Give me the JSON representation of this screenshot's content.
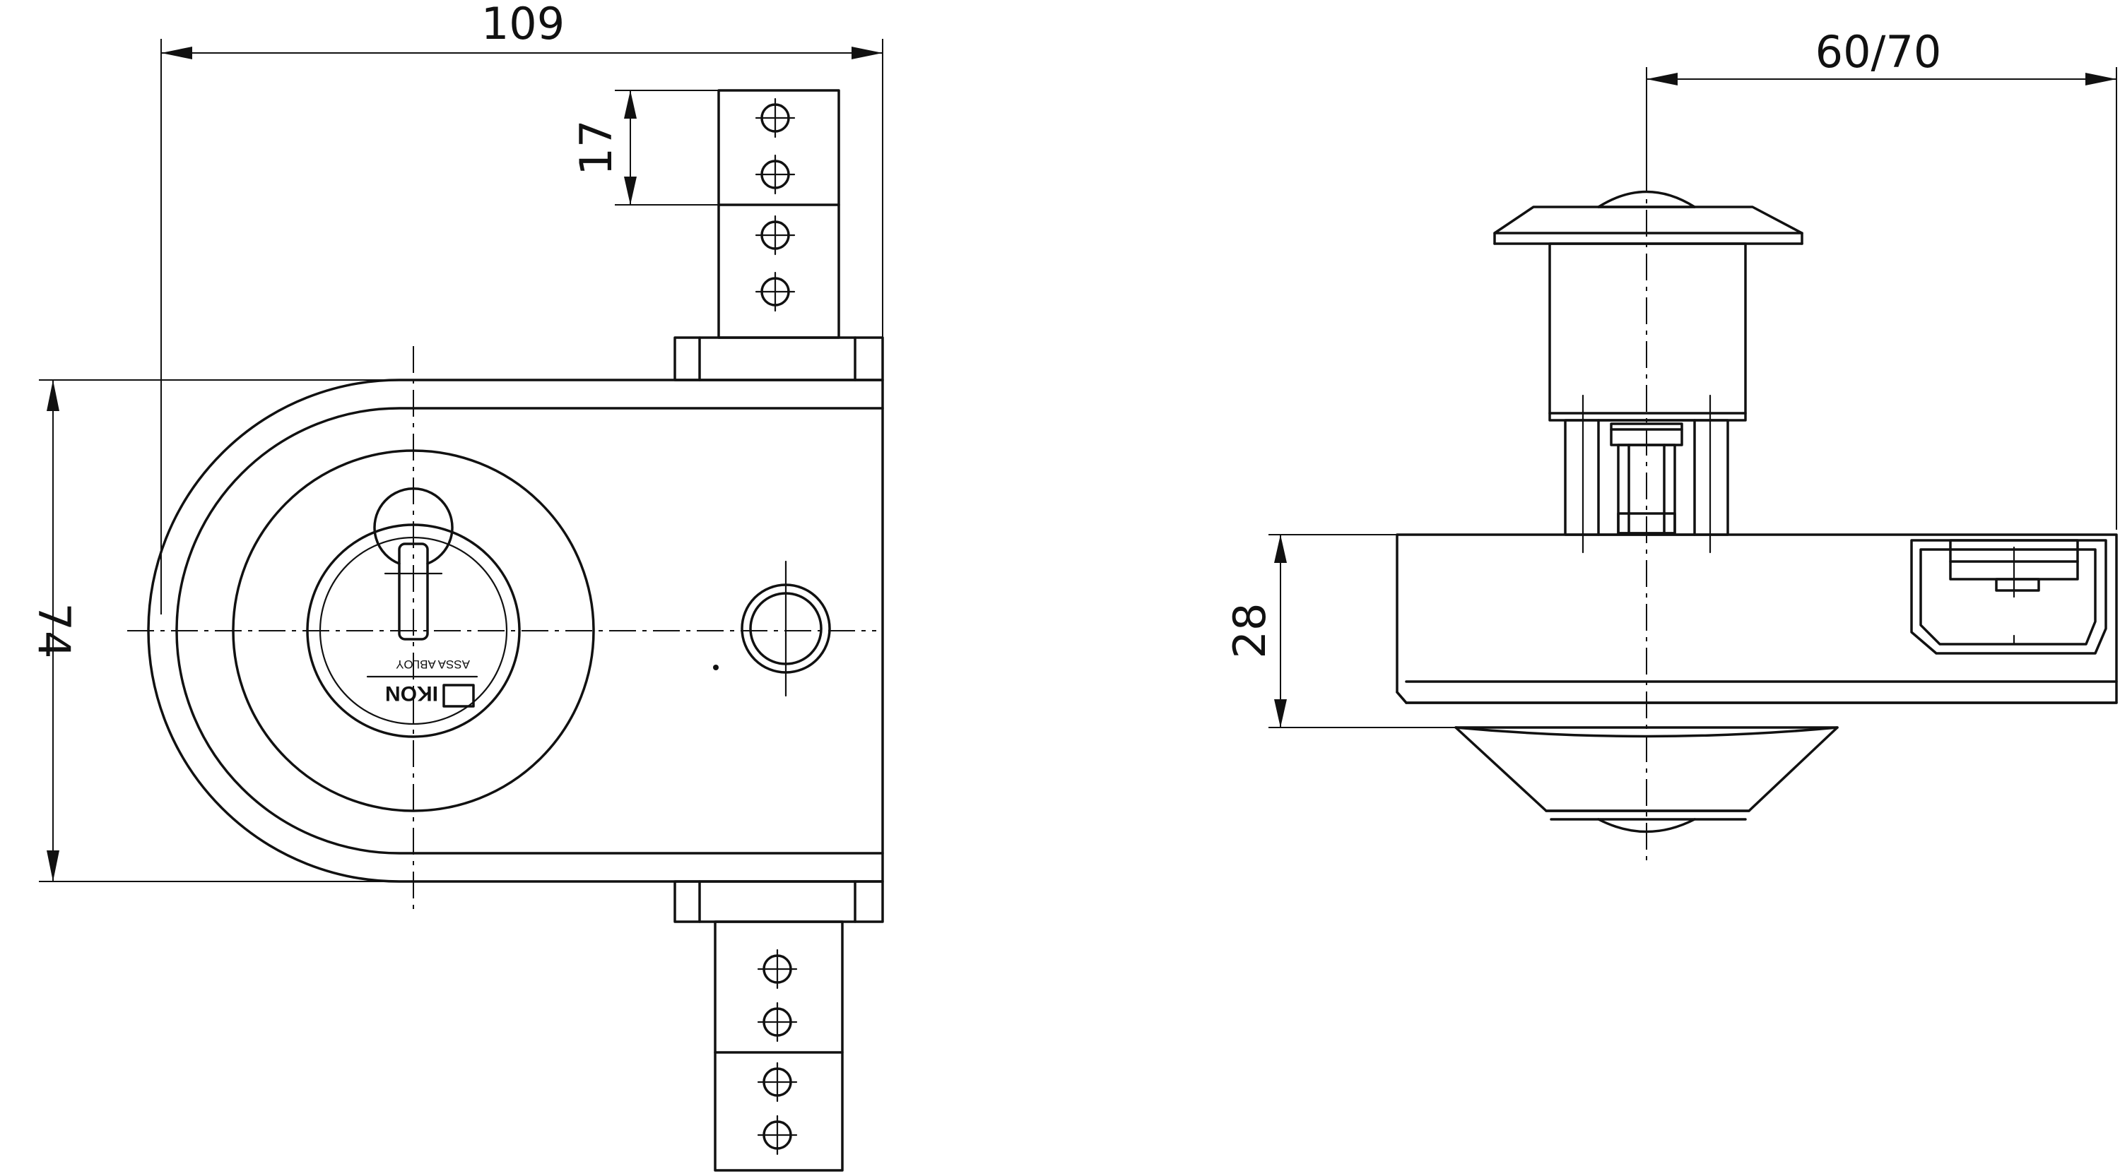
{
  "dimensions": {
    "width_label": "109",
    "plate_pitch_label": "17",
    "height_label": "74",
    "projection_label": "60/70",
    "depth_label": "28"
  },
  "cylinder_marking": {
    "brand": "IKON",
    "maker": "ASSA ABLOY"
  }
}
